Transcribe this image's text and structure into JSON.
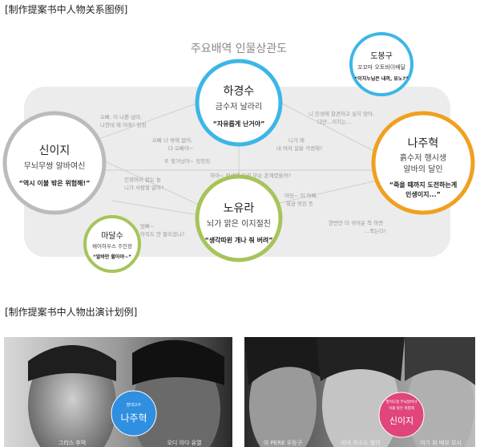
{
  "section1_title": "[制作提案书中人物关系图例]",
  "section2_title": "[制作提案书中人物出演计划例]",
  "diagram": {
    "title": "주요배역 인물상관도",
    "characters": {
      "c1": {
        "name": "하경수",
        "desc1": "금수저 날라리",
        "quote": "“자유롭게 난거야”",
        "color": "#3cb6e6"
      },
      "c2": {
        "name": "신이지",
        "desc1": "무뇌무쌍 알바여신",
        "quote": "“역시 이불 밖은 위험해!”",
        "color": "#bbbbbb"
      },
      "c3": {
        "name": "나주혁",
        "desc1": "흙수저 행시생",
        "desc2": "알바의 달인",
        "quote1": "“죽을 때까지 도전하는게",
        "quote2": "인생이지...”",
        "color": "#f0a020"
      },
      "c4": {
        "name": "노유라",
        "desc1": "뇌가 맑은 이지절친",
        "quote": "“생각따윈 개나 줘 버려”",
        "color": "#a6c45a"
      },
      "c5": {
        "name": "도봉구",
        "desc1": "꼬꼬마 오토바이배달",
        "quote": "“이지누님은 내꺼, 유노?”",
        "color": "#3cb6e6"
      },
      "c6": {
        "name": "마달수",
        "desc1": "쉐어하우스 주인장",
        "quote": "“알바만 할아야~”",
        "color": "#a6c45a"
      }
    },
    "relations": {
      "r1a": "오빠, 이 나쁜 넘아,",
      "r1b": "나한테 왜 이래? 잉잉",
      "r2a": "니 인생에 참견하고 싶지 않아,",
      "r2b": "다만...이지는...",
      "r3a": "오빠 너 밖에 없어,",
      "r3b": "다 오빠야~",
      "r4a": "니가 왜",
      "r4b": "내 여자 일을 걱정해?",
      "r5": "또 뭣거났어~ 잉잉잉",
      "r6a": "인정머리 없는 놈",
      "r6b": "니가 사람할 알아?",
      "r7": "하아~ 전생에 우리 무슨 관계였을까?",
      "r8a": "아잉~ 이 아빠,",
      "r8b": "뭐금 멋진 듯",
      "r9a": "엄빠~",
      "r9b": "아직도 안 팔리셨나?",
      "r10a": "한번만 더 귀여운 척 하면",
      "r10b": "...죽는다!"
    }
  },
  "posters": {
    "left": {
      "badge_top": "발대고수",
      "badge_name": "나주혁",
      "cap1": "그리스 추먹",
      "cap2": "오디 이다 유열"
    },
    "right": {
      "badge_top": "팔려도할 무뇌알바녀",
      "badge_sub": "이불 밖은 위험해",
      "badge_name": "신이지",
      "cap1": "아 PERE 우등구",
      "cap2": "아네 하수도 벌어",
      "cap3": "여기 위 배우 모시"
    }
  }
}
